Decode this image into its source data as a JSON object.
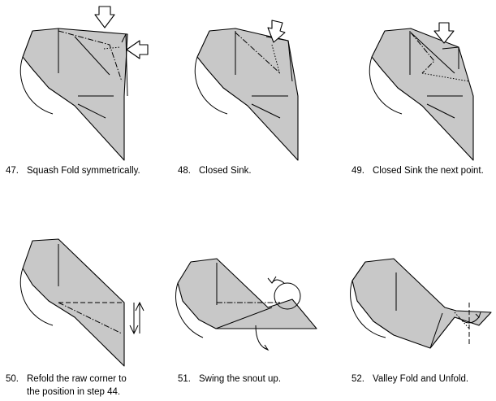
{
  "steps": [
    {
      "number": "47.",
      "text": "Squash Fold symmetrically."
    },
    {
      "number": "48.",
      "text": "Closed Sink."
    },
    {
      "number": "49.",
      "text": "Closed Sink the next point."
    },
    {
      "number": "50.",
      "text": "Refold the raw corner to",
      "text2": "the position in step 44."
    },
    {
      "number": "51.",
      "text": "Swing the snout up."
    },
    {
      "number": "52.",
      "text": "Valley Fold and Unfold."
    }
  ]
}
